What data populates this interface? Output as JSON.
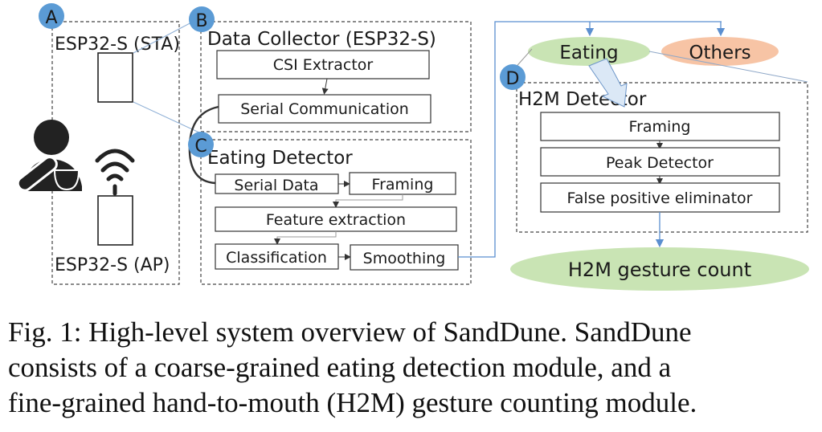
{
  "figure": {
    "markers": {
      "a": "A",
      "b": "B",
      "c": "C",
      "d": "D"
    },
    "module_a": {
      "top_label": "ESP32-S (STA)",
      "bottom_label": "ESP32-S (AP)"
    },
    "module_b": {
      "title": "Data Collector (ESP32-S)",
      "steps": [
        "CSI Extractor",
        "Serial Communication"
      ]
    },
    "module_c": {
      "title": "Eating Detector",
      "steps": [
        "Serial Data",
        "Framing",
        "Feature extraction",
        "Classification",
        "Smoothing"
      ]
    },
    "outputs": {
      "eating": "Eating",
      "others": "Others"
    },
    "module_d": {
      "title": "H2M Detector",
      "steps": [
        "Framing",
        "Peak Detector",
        "False positive eliminator"
      ]
    },
    "final_output": "H2M gesture count",
    "colors": {
      "marker": "#5b9bd5",
      "eating": "#c9e4b4",
      "others": "#f7c4a5",
      "connector": "#5b8fd0",
      "arrow_fill": "#dbe8f6"
    }
  },
  "caption": {
    "lines": [
      "Fig. 1: High-level system overview of SandDune. SandDune",
      "consists of a coarse-grained eating detection module, and a",
      "fine-grained hand-to-mouth (H2M) gesture counting module."
    ]
  }
}
